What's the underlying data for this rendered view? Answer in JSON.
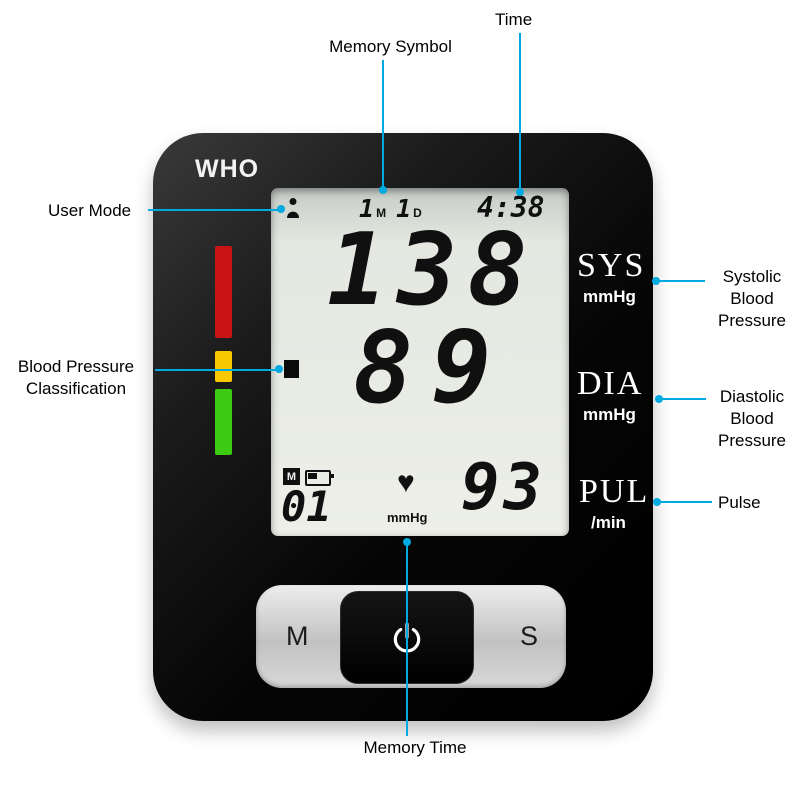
{
  "callouts": {
    "time": {
      "label": "Time"
    },
    "memory_symbol": {
      "label": "Memory Symbol"
    },
    "user_mode": {
      "label": "User Mode"
    },
    "bp_classification": {
      "line1": "Blood Pressure",
      "line2": "Classification"
    },
    "systolic": {
      "line1": "Systolic",
      "line2": "Blood",
      "line3": "Pressure"
    },
    "diastolic": {
      "line1": "Diastolic",
      "line2": "Blood",
      "line3": "Pressure"
    },
    "pulse": {
      "label": "Pulse"
    },
    "memory_time": {
      "label": "Memory Time"
    }
  },
  "device": {
    "brand": "WHO",
    "lcd": {
      "memory_digit1": "1",
      "memory_sub1": "M",
      "memory_digit2": "1",
      "memory_sub2": "D",
      "time": "4:38",
      "systolic": "138",
      "diastolic": "89",
      "pulse": "93",
      "memory_badge": "M",
      "memory_number": "01",
      "heart_icon": "♥",
      "unit": "mmHg"
    },
    "side_labels": {
      "sys": "SYS",
      "sys_unit": "mmHg",
      "dia": "DIA",
      "dia_unit": "mmHg",
      "pul": "PUL",
      "pul_unit": "/min"
    },
    "buttons": {
      "memory": "M",
      "set": "S"
    }
  },
  "icons": {
    "user_mode": "person-figure",
    "battery": "battery-outline",
    "heart": "heart-glyph",
    "power": "power-symbol"
  },
  "colors": {
    "callout": "#00a9e0",
    "who_red": "#c81414",
    "who_yellow": "#f8c800",
    "who_green": "#3ecb14"
  }
}
